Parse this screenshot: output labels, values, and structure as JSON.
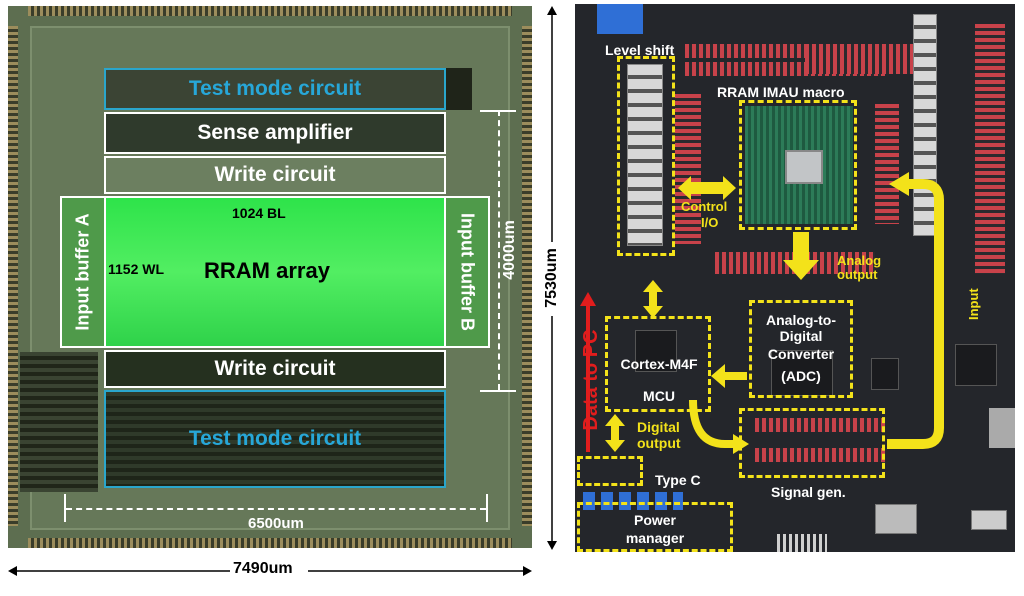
{
  "chip": {
    "test_mode_top": "Test mode circuit",
    "sense_amplifier": "Sense amplifier",
    "write_circuit_top": "Write circuit",
    "bl_count": "1024 BL",
    "wl_count": "1152 WL",
    "array_label": "RRAM array",
    "write_circuit_bottom": "Write circuit",
    "test_mode_bottom": "Test mode circuit",
    "input_buffer_a": "Input buffer A",
    "input_buffer_b": "Input buffer B",
    "dim_height": "4000um",
    "dim_width": "6500um",
    "chip_width": "7490um",
    "chip_height": "7530um"
  },
  "board": {
    "level_shift": "Level shift",
    "macro": "RRAM IMAU macro",
    "control_io_1": "Control",
    "control_io_2": "I/O",
    "analog_output_1": "Analog",
    "analog_output_2": "output",
    "adc_1": "Analog-to-",
    "adc_2": "Digital",
    "adc_3": "Converter",
    "adc_4": "(ADC)",
    "mcu_1": "Cortex-M4F",
    "mcu_2": "MCU",
    "digital_output_1": "Digital",
    "digital_output_2": "output",
    "input": "Input",
    "data_to_pc": "Data to PC",
    "type_c": "Type C",
    "signal_gen": "Signal gen.",
    "power_manager_1": "Power",
    "power_manager_2": "manager"
  },
  "colors": {
    "highlight": "#f3e21a",
    "test_mode": "#27a7d8",
    "array_green": "#39e653",
    "data_arrow": "#e11d1d"
  }
}
